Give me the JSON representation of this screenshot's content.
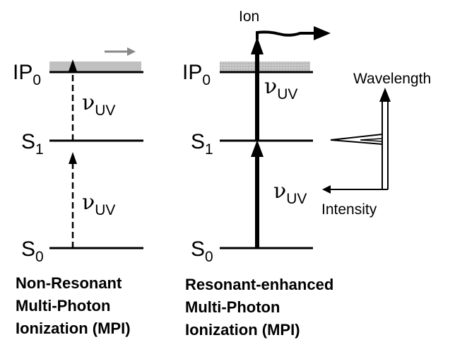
{
  "left_diagram": {
    "levels": {
      "ip": {
        "main": "IP",
        "sub": "0"
      },
      "s1": {
        "main": "S",
        "sub": "1"
      },
      "s0": {
        "main": "S",
        "sub": "0"
      }
    },
    "photon_upper": {
      "symbol": "ν",
      "sub": "UV"
    },
    "photon_lower": {
      "symbol": "ν",
      "sub": "UV"
    },
    "caption": [
      "Non-Resonant",
      "Multi-Photon",
      "Ionization (MPI)"
    ]
  },
  "right_diagram": {
    "levels": {
      "ip": {
        "main": "IP",
        "sub": "0"
      },
      "s1": {
        "main": "S",
        "sub": "1"
      },
      "s0": {
        "main": "S",
        "sub": "0"
      }
    },
    "ion_label": "Ion",
    "photon_upper": {
      "symbol": "ν",
      "sub": "UV"
    },
    "photon_lower": {
      "symbol": "ν",
      "sub": "UV"
    },
    "caption": [
      "Resonant-enhanced",
      "Multi-Photon",
      "Ionization (MPI)"
    ]
  },
  "spectrum_inset": {
    "y_axis_label": "Wavelength",
    "x_axis_label": "Intensity"
  },
  "colors": {
    "ink": "#000000",
    "continuum_band": "#c0c0c0",
    "continuum_arrow": "#888888"
  }
}
